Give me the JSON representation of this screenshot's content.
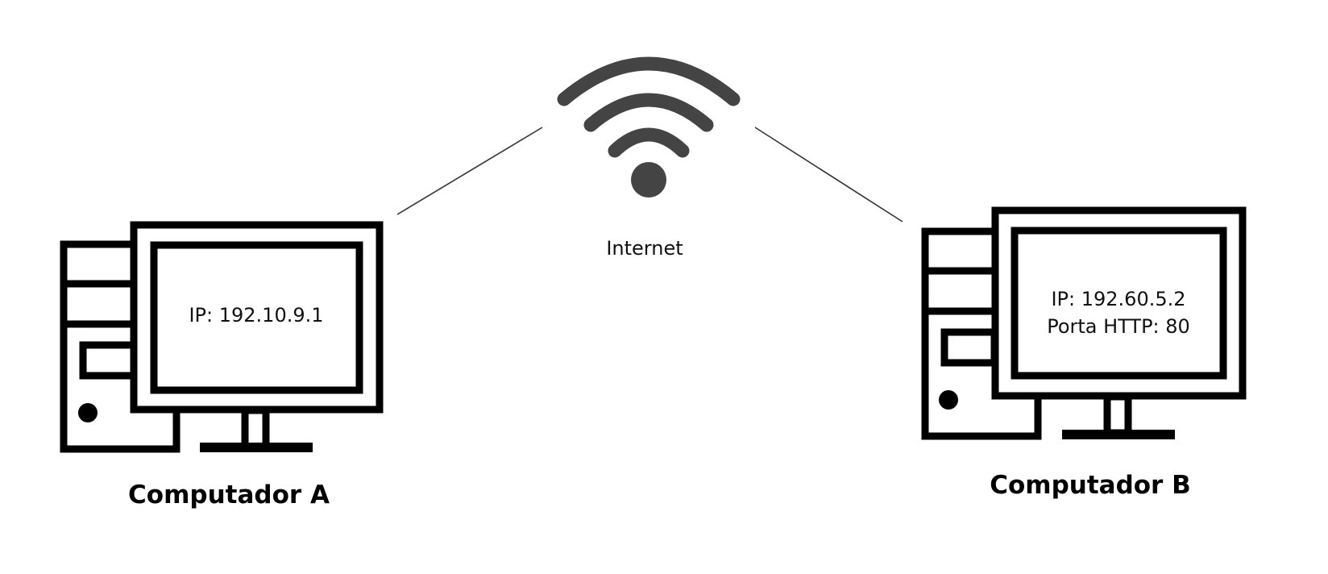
{
  "internet": {
    "label": "Internet",
    "icon": "wifi-icon",
    "color": "#444444"
  },
  "computers": [
    {
      "id": "a",
      "name": "Computador A",
      "screen_lines": [
        "IP: 192.10.9.1"
      ],
      "icon": "desktop-computer-icon"
    },
    {
      "id": "b",
      "name": "Computador B",
      "screen_lines": [
        "IP: 192.60.5.2",
        "Porta HTTP: 80"
      ],
      "icon": "desktop-computer-icon"
    }
  ],
  "colors": {
    "computer": "#000000",
    "link": "#333333",
    "background": "#ffffff"
  }
}
